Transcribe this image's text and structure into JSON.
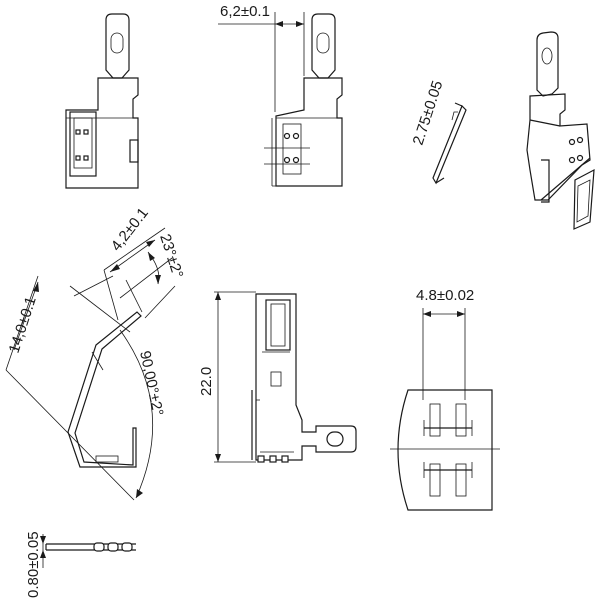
{
  "dimensions": {
    "width_62": "6,2±0.1",
    "offset_275": "2.75±0.05",
    "width_42": "4,2±0.1",
    "angle_23": "23°±2°",
    "length_140": "14,0±0.1",
    "angle_90": "90,00°±2°",
    "height_220": "22.0",
    "width_48": "4.8±0.02",
    "thickness_080": "0.80±0.05"
  }
}
